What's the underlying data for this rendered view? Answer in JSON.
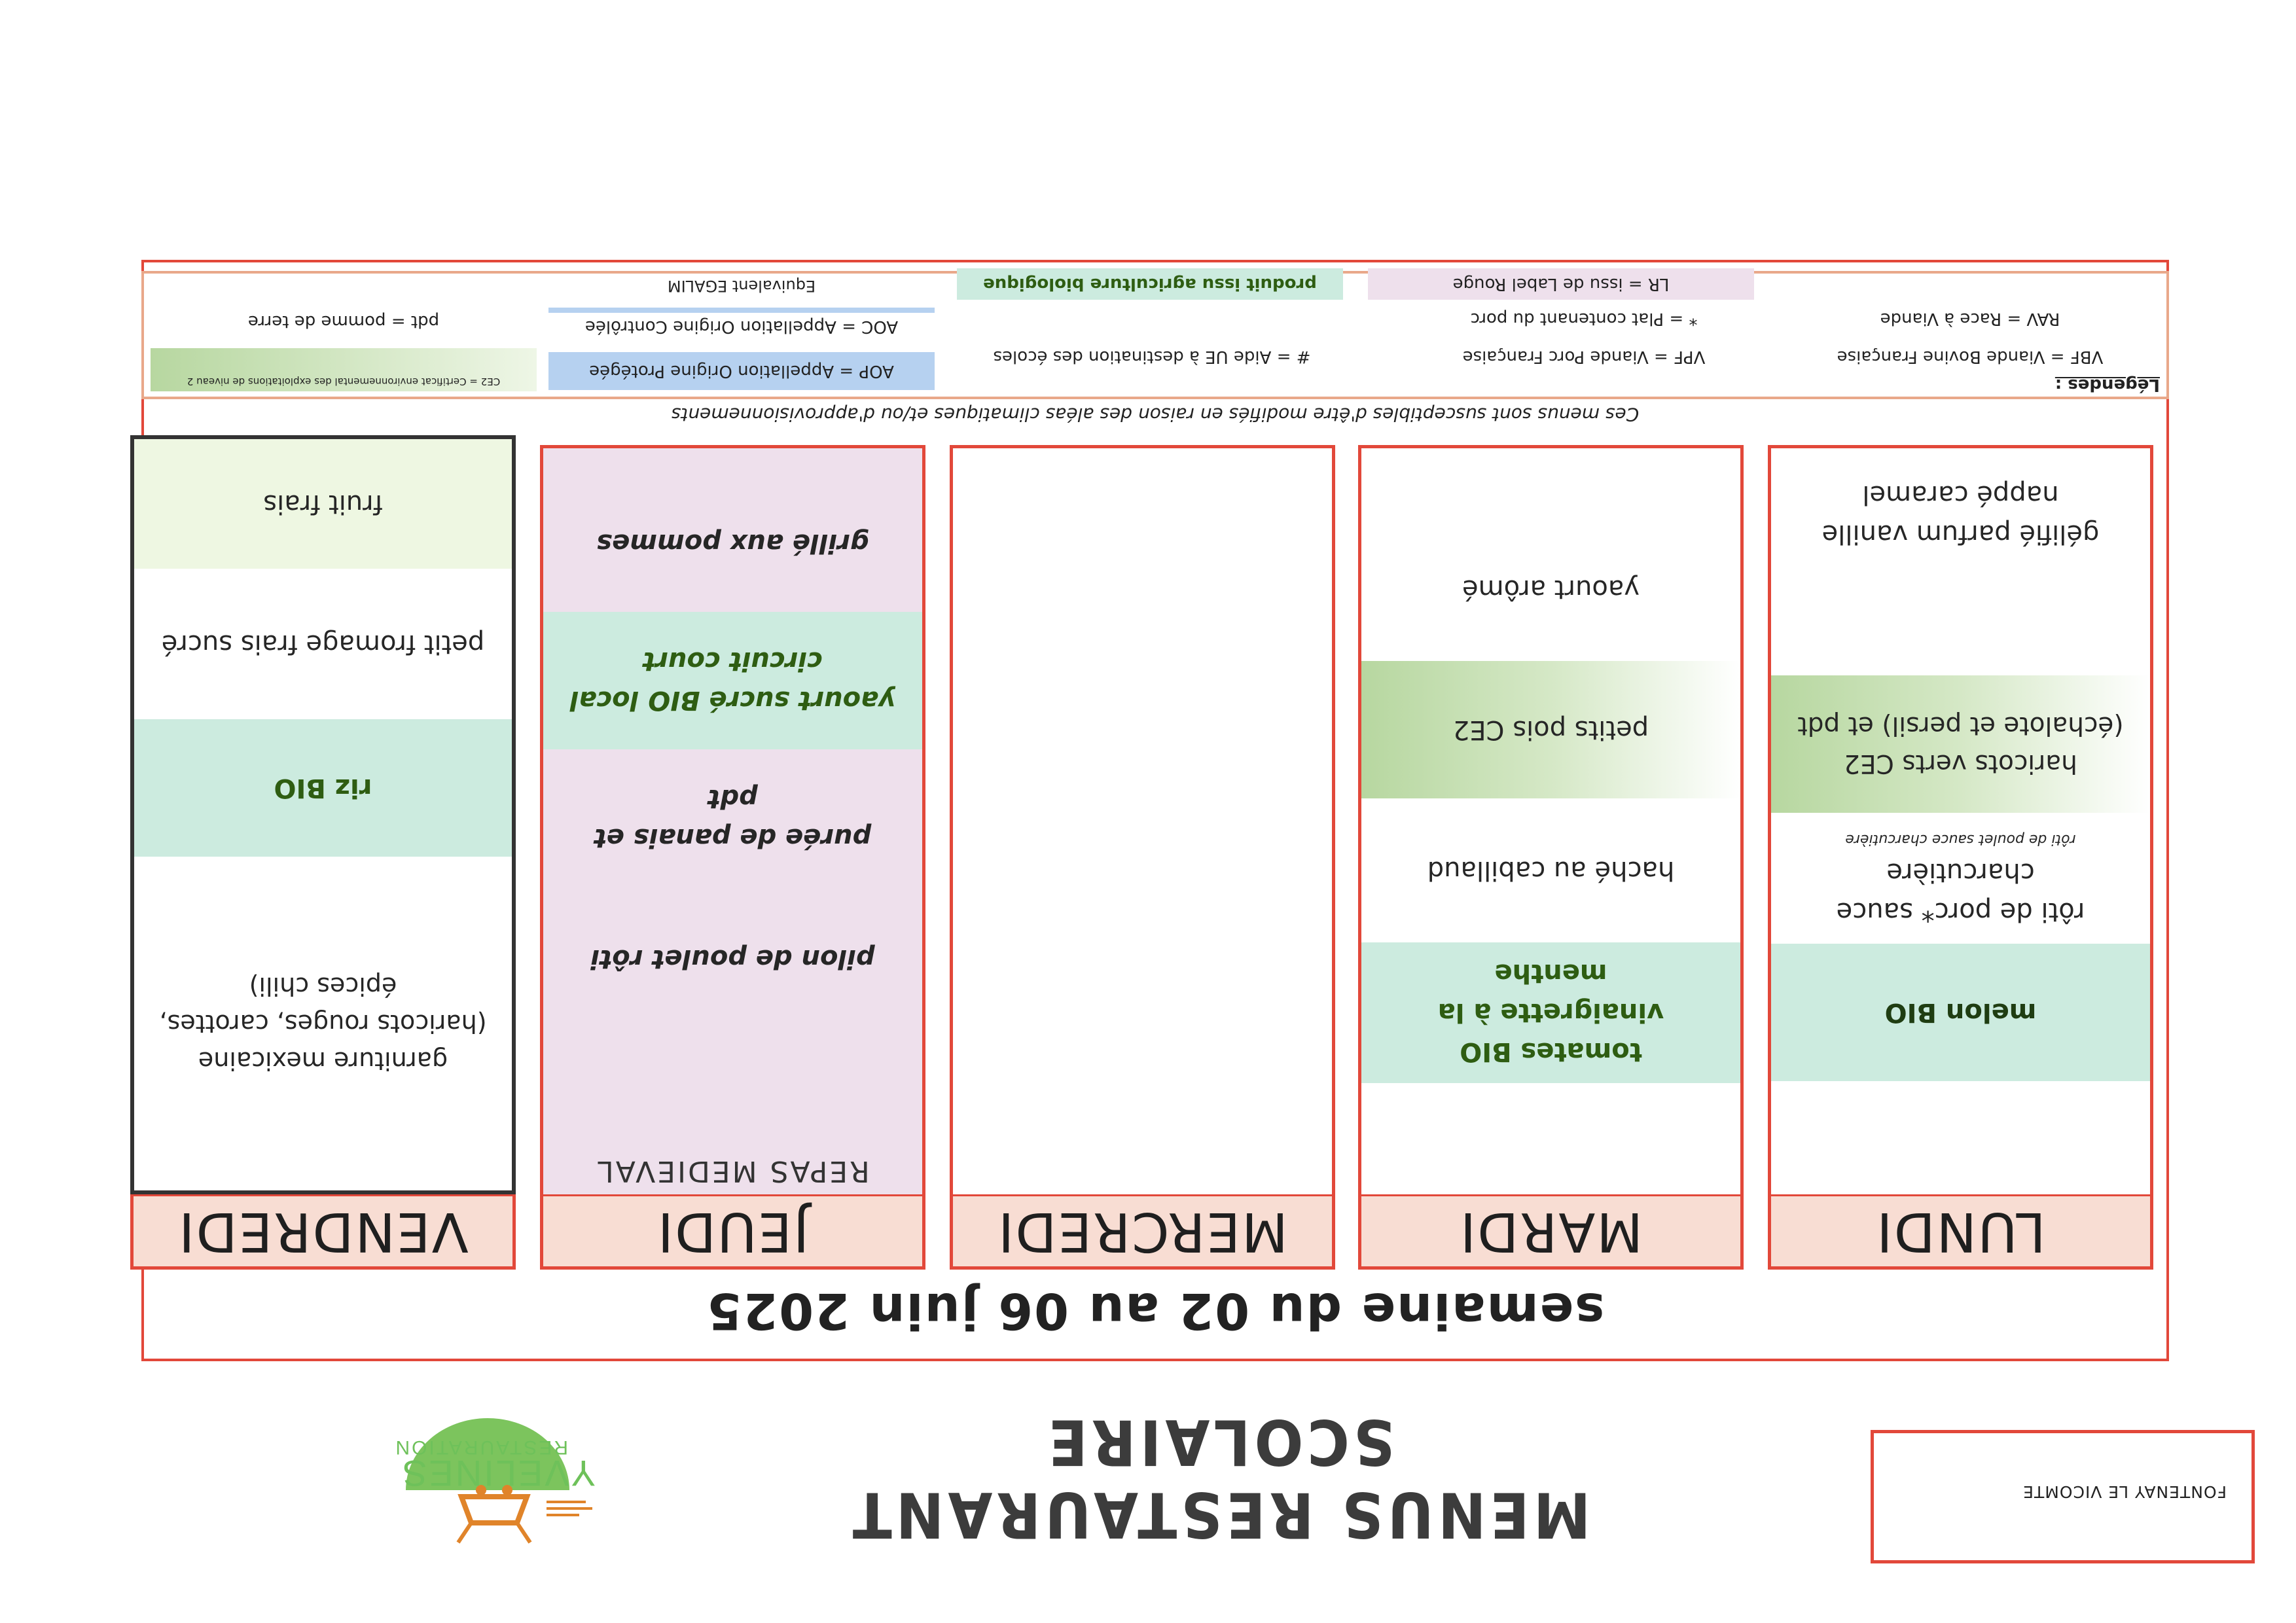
{
  "header": {
    "school": "FONTENAY LE VICOMTE",
    "title": "MENUS RESTAURANT SCOLAIRE",
    "logo_name": "YVELINES",
    "logo_sub": "RESTAURATION"
  },
  "week": "semaine du 02 au 06 juin 2025",
  "days": [
    {
      "name": "LUNDI",
      "starter": "melon BIO",
      "main": "rôti de porc* sauce charcutière",
      "main_note": "rôti de poulet sauce charcutière",
      "side": "haricots verts CE2 (échalote et persil) et pdt",
      "dairy": "",
      "dessert": "gélifié parfum vanille nappé caramel"
    },
    {
      "name": "MARDI",
      "starter": "tomates BIO vinaigrette à la menthe",
      "main": "haché au cabillaud",
      "side": "petits pois CE2",
      "dairy": "yaourt arômé",
      "dessert": ""
    },
    {
      "name": "MERCREDI"
    },
    {
      "name": "JEUDI",
      "meal_label": "REPAS MEDIEVAL",
      "main": "pilon de poulet rôti",
      "side": "purée de panais et pdt",
      "dairy_line1": "yaourt sucré BIO local",
      "dairy_line2": "circuit court",
      "dessert": "grillé aux pommes"
    },
    {
      "name": "VENDREDI",
      "main": "garniture mexicaine (haricots rouges, carottes, épices chili)",
      "side": "riz BIO",
      "dairy": "petit fromage frais sucré",
      "dessert": "fruit frais"
    }
  ],
  "notice": "Ces menus sont susceptibles d'être modifiés en raison des aléas climatiques et/ou d'approvisionnements",
  "legend": {
    "title": "Légendes :",
    "items": [
      {
        "text": "VBF = Viande Bovine Française"
      },
      {
        "text": "RAV = Race à Viande"
      },
      {
        "text": "VPF = Viande Porc Française"
      },
      {
        "text": "* = Plat contenant du porc"
      },
      {
        "text": "LR = issu de Label Rouge"
      },
      {
        "text": "# = Aide UE à destination des écoles"
      },
      {
        "text": "produit issu agriculture biologique"
      },
      {
        "text": "AOP = Appellation Origine Protégée"
      },
      {
        "text": "AOC = Appellation Origine Contrôlée"
      },
      {
        "text": "Equivalent EGALIM"
      },
      {
        "text": "CE2 = Certificat environnemental des exploitations de niveau 2"
      },
      {
        "text": "pdt = pomme de terre"
      }
    ]
  },
  "colors": {
    "border": "#e2483a",
    "day_header": "#f8ddd3",
    "bio": "#ccebdf",
    "ce2": "#b7d7a0",
    "label_rouge": "#eee0ec",
    "aop": "#b6d1f0",
    "logo": "#6ec15a"
  }
}
